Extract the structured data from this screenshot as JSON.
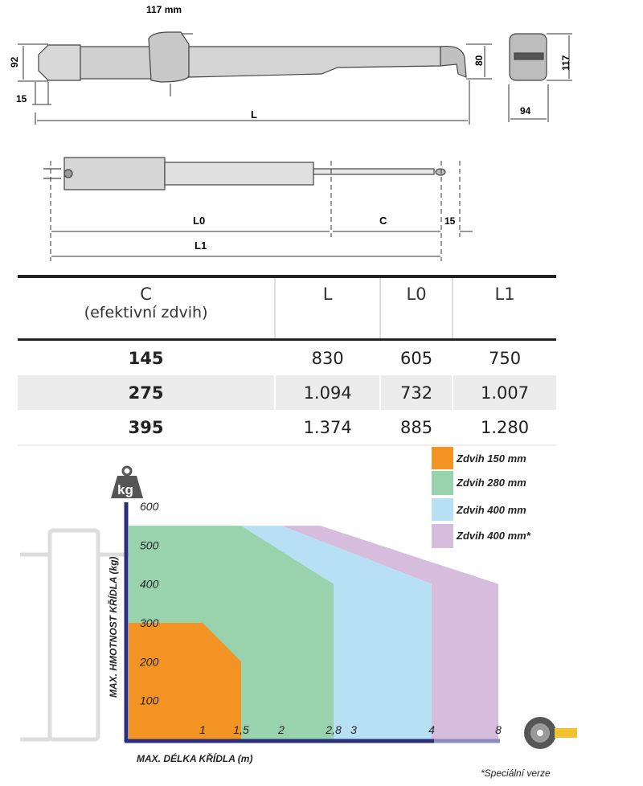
{
  "drawing_top": {
    "dim_height_left": "92",
    "dim_offset_left": "15",
    "dim_body_width": "117 mm",
    "dim_rod_height": "80",
    "dim_length": "L",
    "dim_end_height": "117",
    "dim_end_width": "94"
  },
  "drawing_bottom": {
    "dim_l0": "L0",
    "dim_c": "C",
    "dim_offset": "15",
    "dim_l1": "L1"
  },
  "table": {
    "headers": [
      {
        "line1": "C",
        "line2": "(efektivní zdvih)"
      },
      {
        "line1": "L"
      },
      {
        "line1": "L0"
      },
      {
        "line1": "L1"
      }
    ],
    "rows": [
      [
        "145",
        "830",
        "605",
        "750"
      ],
      [
        "275",
        "1.094",
        "732",
        "1.007"
      ],
      [
        "395",
        "1.374",
        "885",
        "1.280"
      ]
    ]
  },
  "chart_data": {
    "type": "area",
    "title": "",
    "xlabel": "MAX. DÉLKA KŘÍDLA (m)",
    "ylabel": "MAX. HMOTNOST KŘÍDLA (kg)",
    "y_icon_label": "kg",
    "ylim": [
      0,
      600
    ],
    "yticks": [
      "100",
      "200",
      "300",
      "400",
      "500",
      "600"
    ],
    "xticks": [
      "1",
      "1,5",
      "2",
      "2,8",
      "3",
      "4",
      "8"
    ],
    "x_tick_values": [
      1,
      1.5,
      2,
      2.8,
      3,
      4,
      8
    ],
    "legend_position": "top-right",
    "series": [
      {
        "name": "Zdvih 150 mm",
        "color": "#f39324",
        "points": [
          [
            0,
            300
          ],
          [
            1,
            300
          ],
          [
            1.5,
            200
          ],
          [
            1.5,
            0
          ],
          [
            0,
            0
          ]
        ]
      },
      {
        "name": "Zdvih  280 mm",
        "color": "#99d3ae",
        "points": [
          [
            0,
            550
          ],
          [
            1.5,
            550
          ],
          [
            2.8,
            400
          ],
          [
            2.8,
            0
          ],
          [
            0,
            0
          ]
        ]
      },
      {
        "name": "Zdvih  400 mm",
        "color": "#b8e0f4",
        "points": [
          [
            1.5,
            550
          ],
          [
            2,
            550
          ],
          [
            4,
            400
          ],
          [
            4,
            0
          ],
          [
            2.8,
            0
          ],
          [
            2.8,
            400
          ]
        ]
      },
      {
        "name": "Zdvih  400 mm*",
        "color": "#d6bddd",
        "points": [
          [
            2,
            550
          ],
          [
            2.6,
            550
          ],
          [
            8,
            400
          ],
          [
            8,
            0
          ],
          [
            4,
            0
          ],
          [
            4,
            400
          ]
        ]
      }
    ],
    "footnote": "*Speciální verze",
    "axis_color": "#2b2e7a"
  }
}
